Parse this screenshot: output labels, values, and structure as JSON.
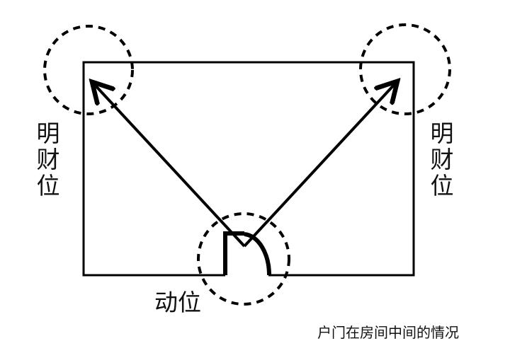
{
  "labels": {
    "left_top": "明",
    "left_mid": "财",
    "left_bottom": "位",
    "right_top": "明",
    "right_mid": "财",
    "right_bottom": "位",
    "bottom": "动位",
    "caption": "户门在房间中间的情况"
  }
}
